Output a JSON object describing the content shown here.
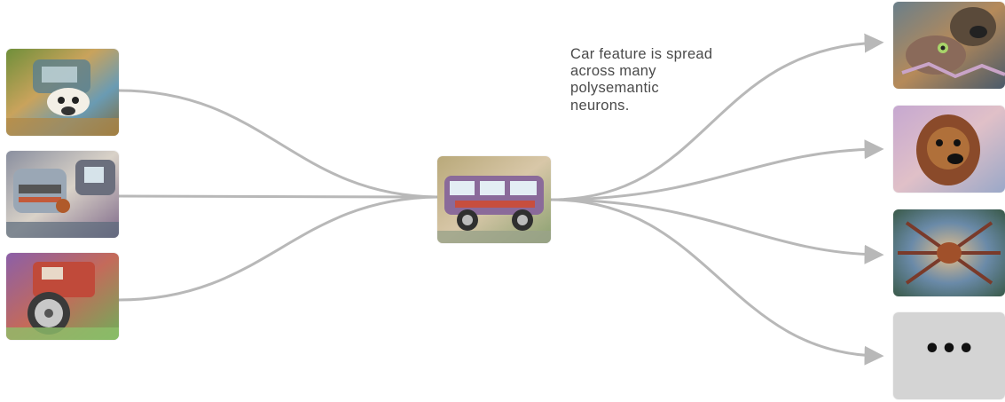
{
  "caption": {
    "lines": [
      "Car feature is spread",
      "across many",
      "polysemantic",
      "neurons."
    ]
  },
  "inputs": [
    {
      "icon": "car-neuron-visualization-1"
    },
    {
      "icon": "car-neuron-visualization-2"
    },
    {
      "icon": "car-neuron-visualization-3"
    }
  ],
  "feature": {
    "icon": "car-feature-visualization"
  },
  "outputs": [
    {
      "icon": "dog-neuron-visualization"
    },
    {
      "icon": "poodle-neuron-visualization"
    },
    {
      "icon": "spider-neuron-visualization"
    }
  ],
  "more": {
    "label": "•••"
  },
  "colors": {
    "edge": "#b8b8b8",
    "text": "#4a4a4a",
    "more_bg": "#d4d4d4"
  }
}
